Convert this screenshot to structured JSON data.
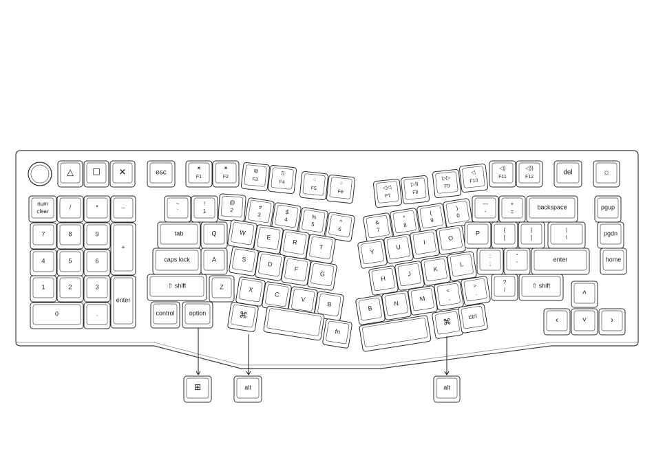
{
  "keyboard": {
    "knob": {
      "label": "rotary-knob"
    },
    "top_left_row": [
      {
        "id": "triangle",
        "icon": "triangle-icon",
        "glyph": "△"
      },
      {
        "id": "square",
        "icon": "square-icon",
        "glyph": "☐"
      },
      {
        "id": "cross",
        "icon": "cross-icon",
        "glyph": "✕"
      }
    ],
    "esc": "esc",
    "f1": {
      "sub": "F1",
      "glyph": "☀"
    },
    "f2": {
      "sub": "F2",
      "glyph": "☀"
    },
    "f3": {
      "sub": "F3",
      "glyph": "⧉"
    },
    "f4": {
      "sub": "F4",
      "glyph": "⠿"
    },
    "f5": {
      "sub": "F5",
      "glyph": "⁖"
    },
    "f6": {
      "sub": "F6",
      "glyph": "⁘"
    },
    "f7": {
      "sub": "F7",
      "glyph": "◁◁"
    },
    "f8": {
      "sub": "F8",
      "glyph": "▷II"
    },
    "f9": {
      "sub": "F9",
      "glyph": "▷▷"
    },
    "f10": {
      "sub": "F10",
      "glyph": "◁"
    },
    "f11": {
      "sub": "F11",
      "glyph": "◁)"
    },
    "f12": {
      "sub": "F12",
      "glyph": "◁))"
    },
    "del": "del",
    "light": {
      "glyph": "☼"
    },
    "numpad": {
      "numclear_top": "num",
      "numclear_bottom": "clear",
      "slash": "/",
      "star": "*",
      "minus": "–",
      "n7": "7",
      "n8": "8",
      "n9": "9",
      "plus": "+",
      "n4": "4",
      "n5": "5",
      "n6": "6",
      "n1": "1",
      "n2": "2",
      "n3": "3",
      "enter": "enter",
      "n0": "0",
      "dot": "."
    },
    "left_keys": {
      "tilde_top": "~",
      "tilde_bottom": "`",
      "one_top": "!",
      "one_bottom": "1",
      "two_top": "@",
      "two_bottom": "2",
      "three_top": "#",
      "three_bottom": "3",
      "four_top": "$",
      "four_bottom": "4",
      "five_top": "%",
      "five_bottom": "5",
      "six_top": "^",
      "six_bottom": "6",
      "tab": "tab",
      "q": "Q",
      "w": "W",
      "e": "E",
      "r": "R",
      "t": "T",
      "caps": "caps lock",
      "a": "A",
      "s": "S",
      "d": "D",
      "f": "F",
      "g": "G",
      "lshift": "⇧ shift",
      "z": "Z",
      "x": "X",
      "c": "C",
      "v": "V",
      "b": "B",
      "control": "control",
      "option": "option",
      "cmd": "⌘",
      "fn": "fn"
    },
    "right_keys": {
      "seven_top": "&",
      "seven_bottom": "7",
      "eight_top": "*",
      "eight_bottom": "8",
      "nine_top": "(",
      "nine_bottom": "9",
      "zero_top": ")",
      "zero_bottom": "0",
      "minus_top": "—",
      "minus_bottom": "-",
      "equal_top": "+",
      "equal_bottom": "=",
      "backspace": "backspace",
      "y": "Y",
      "u": "U",
      "i": "I",
      "o": "O",
      "p": "P",
      "lbracket_top": "{",
      "lbracket_bottom": "[",
      "rbracket_top": "}",
      "rbracket_bottom": "]",
      "backslash_top": "|",
      "backslash_bottom": "\\",
      "h": "H",
      "j": "J",
      "k": "K",
      "l": "L",
      "semicolon_top": ":",
      "semicolon_bottom": ";",
      "quote_top": "\"",
      "quote_bottom": "'",
      "enter": "enter",
      "n": "N",
      "m": "M",
      "bb": "B",
      "comma_top": "<",
      "comma_bottom": ",",
      "period_top": ">",
      "period_bottom": ".",
      "slash_top": "?",
      "slash_bottom": "/",
      "rshift": "⇧ shift",
      "cmd": "⌘",
      "ctrl": "ctrl"
    },
    "nav": {
      "pgup": "pgup",
      "pgdn": "pgdn",
      "home": "home",
      "up": "˄",
      "left": "‹",
      "down": "˅",
      "right": "›"
    },
    "callouts": [
      {
        "id": "win",
        "icon": "windows-icon",
        "glyph": "⊞"
      },
      {
        "id": "alt-left",
        "label": "alt"
      },
      {
        "id": "alt-right",
        "label": "alt"
      }
    ]
  }
}
